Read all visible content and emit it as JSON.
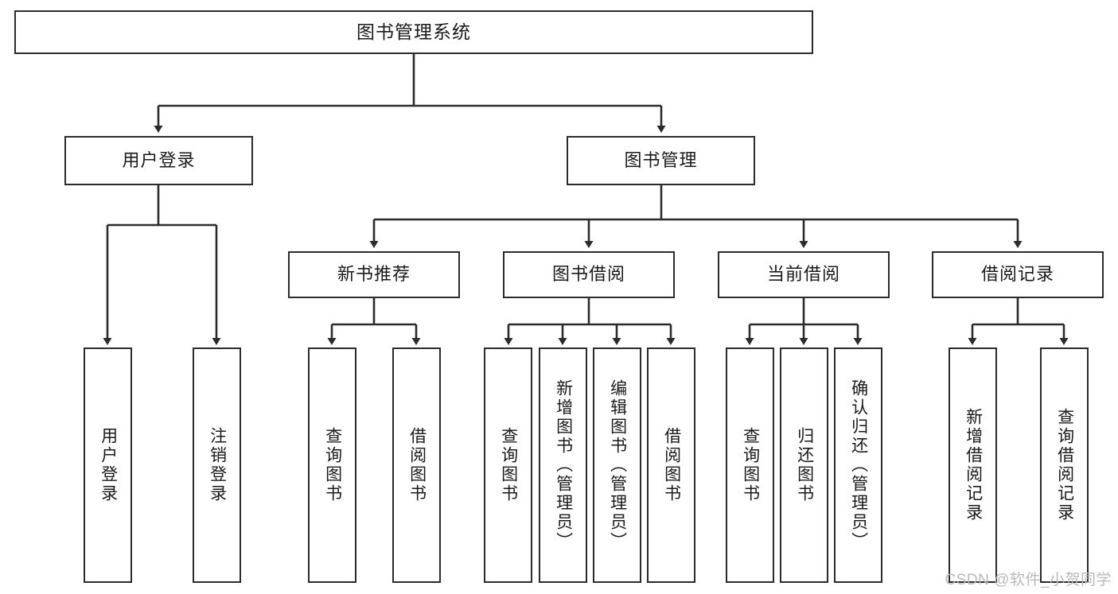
{
  "diagram": {
    "title": "图书管理系统",
    "type": "tree-hierarchy-diagram",
    "root": {
      "id": "root",
      "label": "图书管理系统"
    },
    "level2": [
      {
        "id": "user-login",
        "label": "用户登录"
      },
      {
        "id": "book-manage",
        "label": "图书管理"
      }
    ],
    "level3": [
      {
        "id": "new-book-rec",
        "label": "新书推荐"
      },
      {
        "id": "book-borrow",
        "label": "图书借阅"
      },
      {
        "id": "current-borrow",
        "label": "当前借阅"
      },
      {
        "id": "borrow-record",
        "label": "借阅记录"
      }
    ],
    "leaves": [
      {
        "id": "leaf-user-login",
        "label": "用户登录",
        "parent": "user-login"
      },
      {
        "id": "leaf-user-logout",
        "label": "注销登录",
        "parent": "user-login"
      },
      {
        "id": "leaf-query-book-1",
        "label": "查询图书",
        "parent": "new-book-rec"
      },
      {
        "id": "leaf-borrow-book-1",
        "label": "借阅图书",
        "parent": "new-book-rec"
      },
      {
        "id": "leaf-query-book-2",
        "label": "查询图书",
        "parent": "book-borrow"
      },
      {
        "id": "leaf-add-book",
        "label": "新增图书（管理员）",
        "parent": "book-borrow"
      },
      {
        "id": "leaf-edit-book",
        "label": "编辑图书（管理员）",
        "parent": "book-borrow"
      },
      {
        "id": "leaf-borrow-book-2",
        "label": "借阅图书",
        "parent": "book-borrow"
      },
      {
        "id": "leaf-query-book-3",
        "label": "查询图书",
        "parent": "current-borrow"
      },
      {
        "id": "leaf-return-book",
        "label": "归还图书",
        "parent": "current-borrow"
      },
      {
        "id": "leaf-confirm-return",
        "label": "确认归还（管理员）",
        "parent": "current-borrow"
      },
      {
        "id": "leaf-add-record",
        "label": "新增借阅记录",
        "parent": "borrow-record"
      },
      {
        "id": "leaf-query-record",
        "label": "查询借阅记录",
        "parent": "borrow-record"
      }
    ]
  },
  "watermark": {
    "text": "CSDN @软件_小贺同学"
  },
  "colors": {
    "border": "#2b2b2b",
    "text": "#1a1a1a",
    "background": "#ffffff",
    "watermark": "#b9b9b9"
  }
}
